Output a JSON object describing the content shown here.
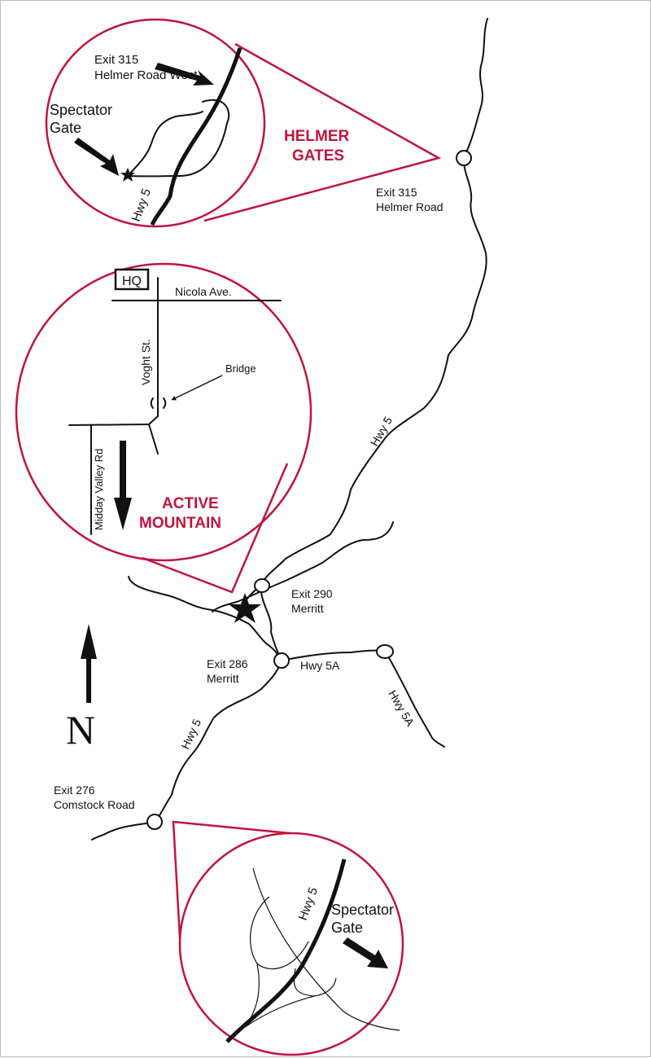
{
  "colors": {
    "accent": "#c0143c",
    "ink": "#111111"
  },
  "main_map": {
    "hwy5_labels": [
      "Hwy 5",
      "Hwy 5"
    ],
    "hwy5a_labels": [
      "Hwy 5A",
      "Hwy 5A"
    ],
    "exits": [
      {
        "line1": "Exit 315",
        "line2": "Helmer Road"
      },
      {
        "line1": "Exit 290",
        "line2": "Merritt"
      },
      {
        "line1": "Exit 286",
        "line2": "Merritt"
      },
      {
        "line1": "Exit 276",
        "line2": "Comstock Road"
      }
    ],
    "north_label": "N",
    "icons": {
      "destination": "star-icon",
      "north": "north-arrow-icon"
    }
  },
  "inset_helmer": {
    "title_line1": "HELMER",
    "title_line2": "GATES",
    "exit_line1": "Exit 315",
    "exit_line2": "Helmer Road West",
    "gate_line1": "Spectator",
    "gate_line2": "Gate",
    "hwy_label": "Hwy 5"
  },
  "inset_active": {
    "title_line1": "ACTIVE",
    "title_line2": "MOUNTAIN",
    "hq_label": "HQ",
    "street1": "Nicola Ave.",
    "street2": "Voght St.",
    "street3": "Midday Valley Rd",
    "bridge_label": "Bridge"
  },
  "inset_comstock": {
    "hwy_label": "Hwy 5",
    "gate_line1": "Spectator",
    "gate_line2": "Gate"
  }
}
